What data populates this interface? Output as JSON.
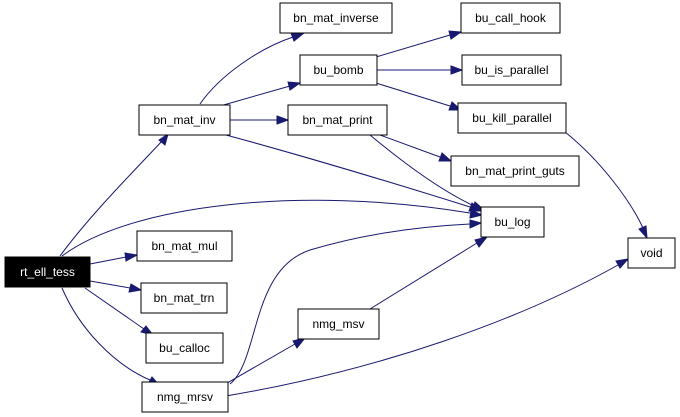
{
  "diagram": {
    "nodes": {
      "rt_ell_tess": "rt_ell_tess",
      "bn_mat_inv": "bn_mat_inv",
      "bn_mat_inverse": "bn_mat_inverse",
      "bu_bomb": "bu_bomb",
      "bn_mat_print": "bn_mat_print",
      "bu_call_hook": "bu_call_hook",
      "bu_is_parallel": "bu_is_parallel",
      "bu_kill_parallel": "bu_kill_parallel",
      "bn_mat_print_guts": "bn_mat_print_guts",
      "bu_log": "bu_log",
      "void": "void",
      "bn_mat_mul": "bn_mat_mul",
      "bn_mat_trn": "bn_mat_trn",
      "bu_calloc": "bu_calloc",
      "nmg_msv": "nmg_msv",
      "nmg_mrsv": "nmg_mrsv"
    },
    "colors": {
      "edge": "#191970",
      "root_fill": "#000000",
      "root_text": "#ffffff",
      "node_fill": "#ffffff",
      "node_border": "#000000"
    }
  }
}
